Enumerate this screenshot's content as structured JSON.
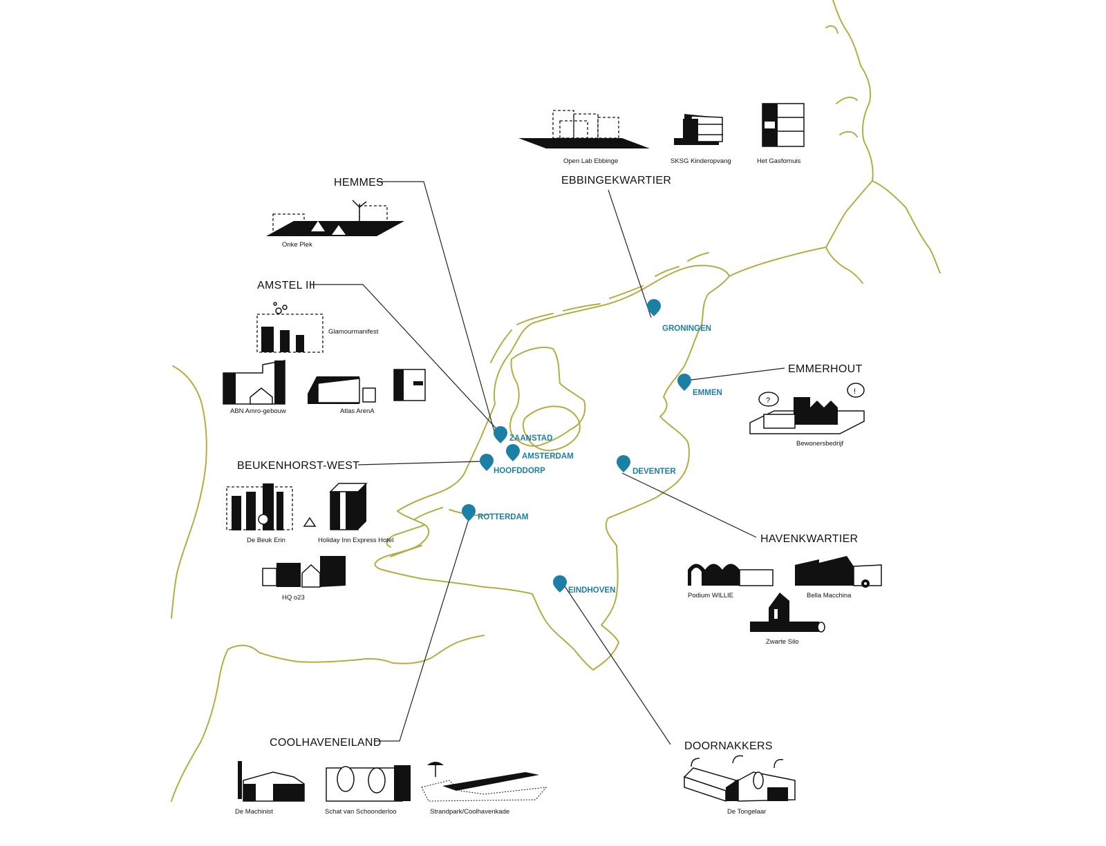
{
  "colors": {
    "coastline": "#b2ad42",
    "marker": "#1c7fa6",
    "text": "#111111",
    "background": "#ffffff"
  },
  "cities": [
    {
      "name": "GRONINGEN"
    },
    {
      "name": "EMMEN"
    },
    {
      "name": "ZAANSTAD"
    },
    {
      "name": "AMSTERDAM"
    },
    {
      "name": "HOOFDDORP"
    },
    {
      "name": "DEVENTER"
    },
    {
      "name": "ROTTERDAM"
    },
    {
      "name": "EINDHOVEN"
    }
  ],
  "districts": [
    {
      "name": "HEMMES",
      "city": "ZAANSTAD",
      "projects": [
        "Onke Plek"
      ]
    },
    {
      "name": "EBBINGEKWARTIER",
      "city": "GRONINGEN",
      "projects": [
        "Open Lab Ebbinge",
        "SKSG Kinderopvang",
        "Het Gasfornuis"
      ]
    },
    {
      "name": "AMSTEL III",
      "city": "AMSTERDAM",
      "projects": [
        "Glamourmanifest",
        "ABN Amro-gebouw",
        "Atlas ArenA"
      ]
    },
    {
      "name": "EMMERHOUT",
      "city": "EMMEN",
      "projects": [
        "Bewonersbedrijf"
      ]
    },
    {
      "name": "BEUKENHORST-WEST",
      "city": "HOOFDDORP",
      "projects": [
        "De Beuk Erin",
        "Holiday Inn Express Hotel",
        "HQ o23"
      ]
    },
    {
      "name": "HAVENKWARTIER",
      "city": "DEVENTER",
      "projects": [
        "Podium WILLIE",
        "Bella Macchina",
        "Zwarte Silo"
      ]
    },
    {
      "name": "COOLHAVENEILAND",
      "city": "ROTTERDAM",
      "projects": [
        "De Machinist",
        "Schat van Schoonderloo",
        "Strandpark/Coolhavenkade"
      ]
    },
    {
      "name": "DOORNAKKERS",
      "city": "EINDHOVEN",
      "projects": [
        "De Tongelaar"
      ]
    }
  ],
  "icons": [
    "marker-pin-icon",
    "building-icon",
    "tree-icon",
    "recycle-icon",
    "speech-bubble-icon",
    "arrow-icon",
    "bicycle-icon",
    "parasol-icon"
  ]
}
